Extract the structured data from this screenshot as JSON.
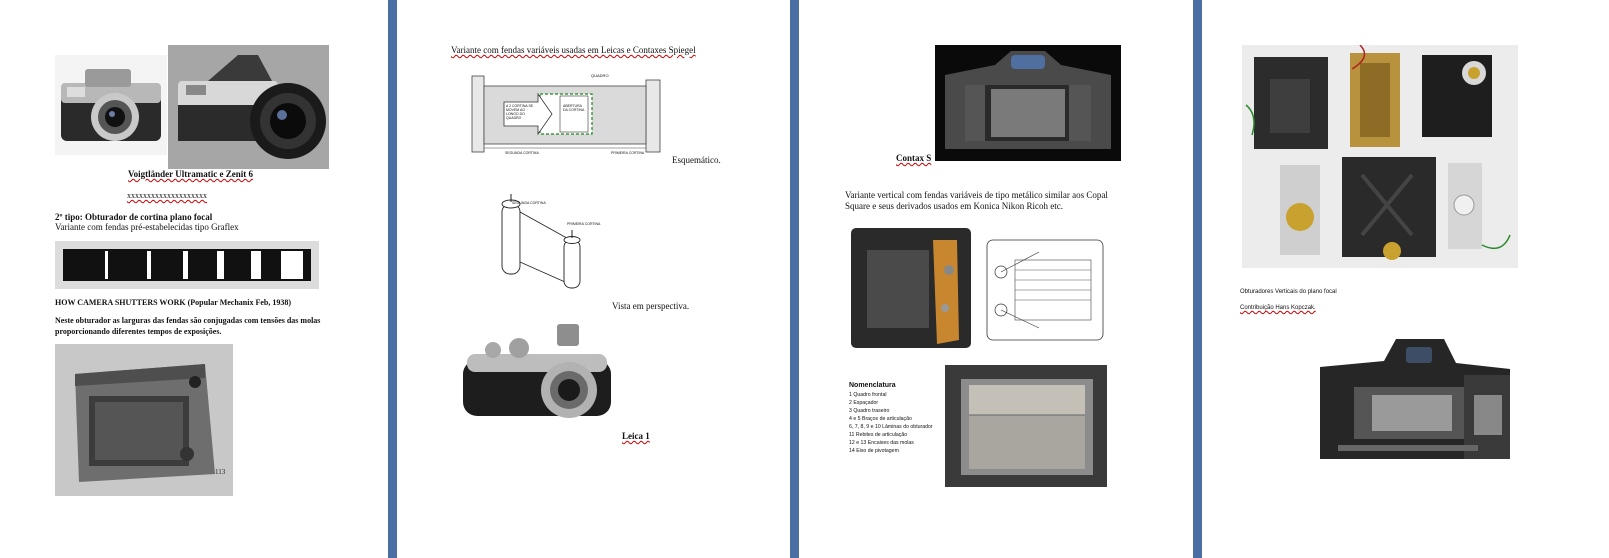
{
  "page1": {
    "caption_cameras": "Voigtländer Ultramatic e Zenit 6",
    "separator": "xxxxxxxxxxxxxxxxxxxx",
    "heading_type": "2º tipo: Obturador de cortina plano focal",
    "subheading": "Variante com fendas pré-estabelecidas tipo Graflex",
    "ref_title": "HOW CAMERA SHUTTERS WORK (Popular Mechanix Feb, 1938)",
    "body_line1": "Neste obturador as larguras das fendas são conjugadas com tensões das molas",
    "body_line2": "proporcionando diferentes tempos de exposições.",
    "photo_label": "113"
  },
  "page2": {
    "heading": "Variante com fendas variáveis usadas em Leicas e Contaxes Spiegel",
    "label_quadro": "QUADRO",
    "label_arrow": "A 2 CORTINA SE MOVEM AO LONGO DO QUADRO",
    "label_abertura": "ABERTURA DA CORTINA",
    "label_segunda": "SEGUNDA CORTINA",
    "label_primeira": "PRIMEIRA CORTINA",
    "caption_schematic": "Esquemático.",
    "label_persp_segunda": "SEGUNDA CORTINA",
    "label_persp_primeira": "PRIMEIRA CORTINA",
    "caption_perspective": "Vista em perspectiva.",
    "caption_leica": "Leica 1"
  },
  "page3": {
    "caption_contax": "Contax S",
    "heading_line1": "Variante vertical com fendas variáveis de tipo metálico similar aos Copal",
    "heading_line2": "Square e seus derivados usados em Konica Nikon Ricoh etc.",
    "nomenclature_title": "Nomenclatura",
    "nomenclature": [
      "1 Quadro frontal",
      "2 Espaçador",
      "3 Quadro traseiro",
      "4 e 5 Braços de articulação",
      "6, 7, 8, 9 e 10 Lâminas do obturador",
      "11 Rebites de articulação",
      "12 e 13 Encaixes das molas",
      "14 Eixo de pivotagem"
    ]
  },
  "page4": {
    "caption_line1": "Obturadores Verticais do plano focal",
    "caption_line2": "Contribuição Hans Kopczak."
  }
}
